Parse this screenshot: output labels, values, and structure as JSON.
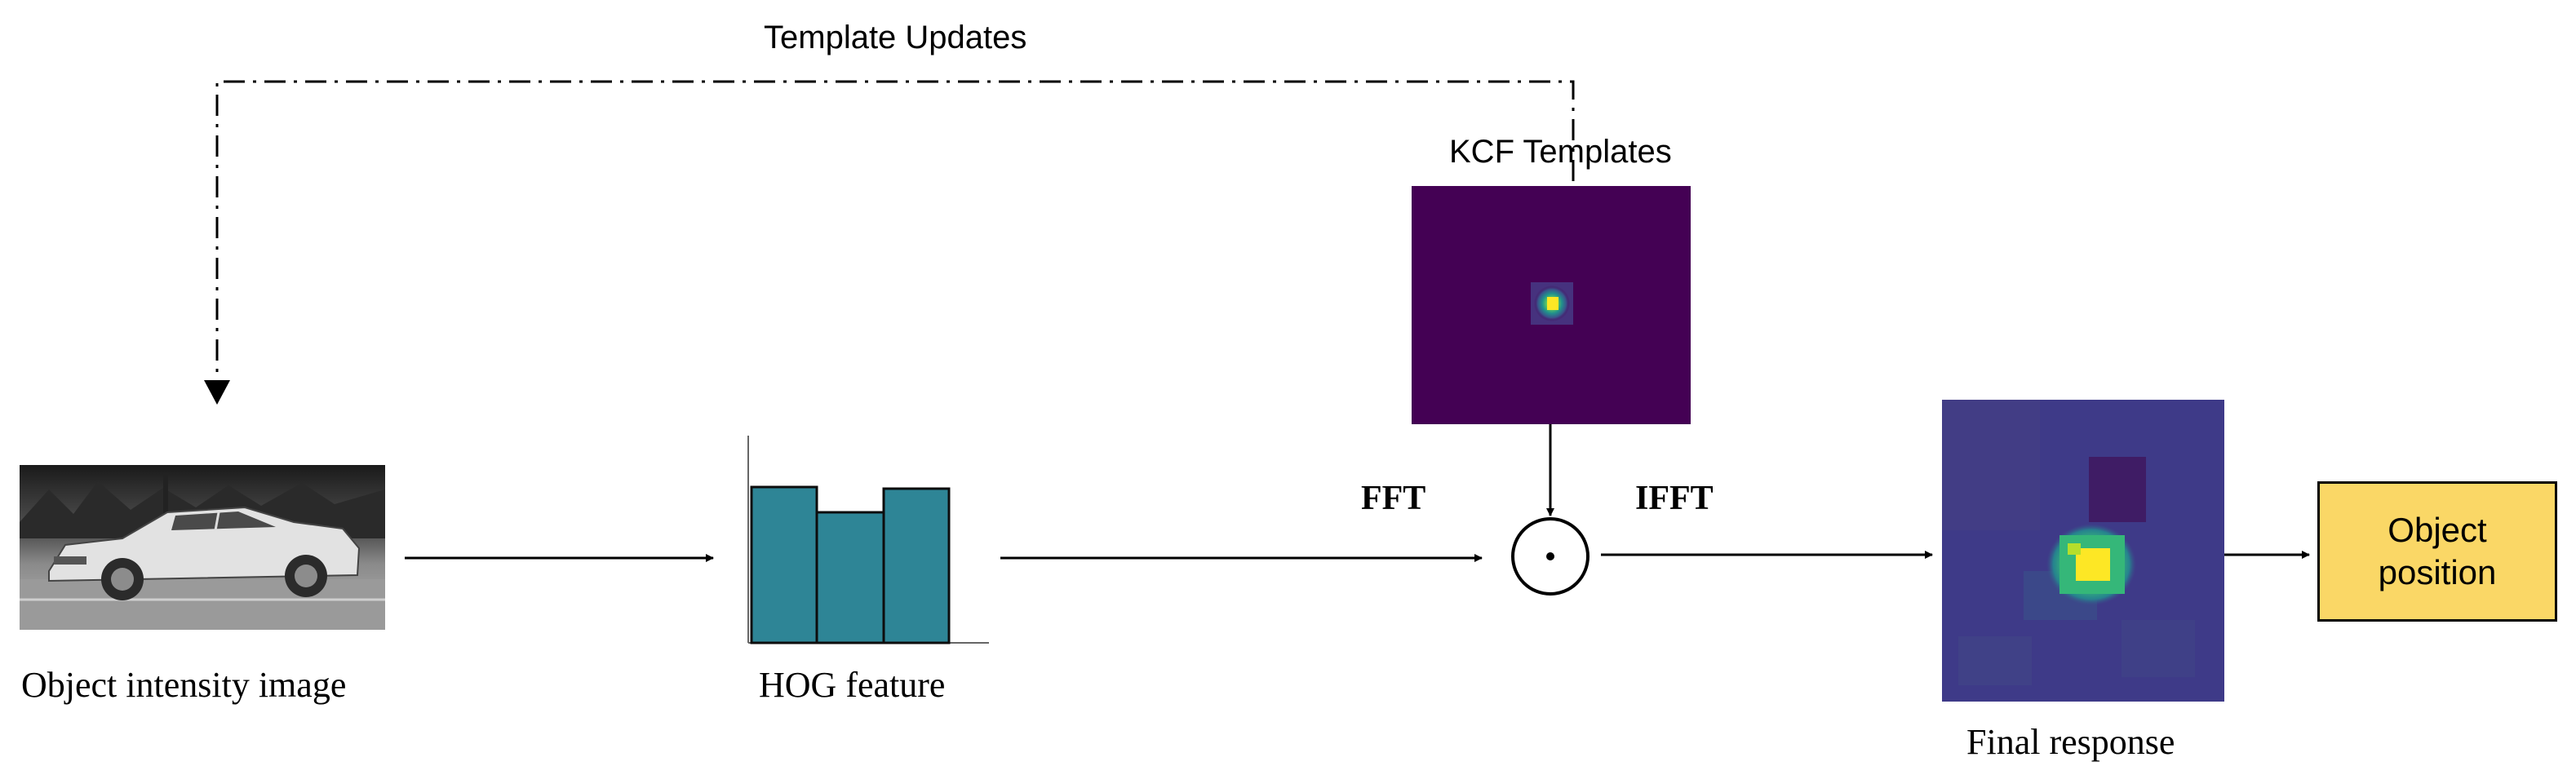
{
  "diagram": {
    "title": "Template Updates",
    "labels": {
      "template_updates": "Template Updates",
      "kcf_templates": "KCF Templates",
      "fft": "FFT",
      "ifft": "IFFT",
      "input_image": "Object intensity image",
      "hog_feature": "HOG feature",
      "final_response": "Final response",
      "output": "Object position"
    },
    "nodes": [
      {
        "id": "input",
        "label": "Object intensity image",
        "kind": "image"
      },
      {
        "id": "hog",
        "label": "HOG feature",
        "kind": "histogram"
      },
      {
        "id": "kcf",
        "label": "KCF Templates",
        "kind": "heatmap"
      },
      {
        "id": "mult",
        "label": "",
        "kind": "element-wise product"
      },
      {
        "id": "final",
        "label": "Final response",
        "kind": "heatmap"
      },
      {
        "id": "output",
        "label": "Object position",
        "kind": "box"
      }
    ],
    "edges": [
      {
        "from": "input",
        "to": "hog",
        "label": ""
      },
      {
        "from": "hog",
        "to": "mult",
        "label": "FFT"
      },
      {
        "from": "kcf",
        "to": "mult",
        "label": ""
      },
      {
        "from": "mult",
        "to": "final",
        "label": "IFFT"
      },
      {
        "from": "final",
        "to": "output",
        "label": ""
      },
      {
        "from": "kcf",
        "to": "input",
        "label": "Template Updates",
        "style": "dash-dot"
      }
    ],
    "colors": {
      "hog_bar": "#2e8596",
      "output_box": "#fad766",
      "heatmap_background": "#440154",
      "heatmap_peak": "#fde725"
    }
  }
}
